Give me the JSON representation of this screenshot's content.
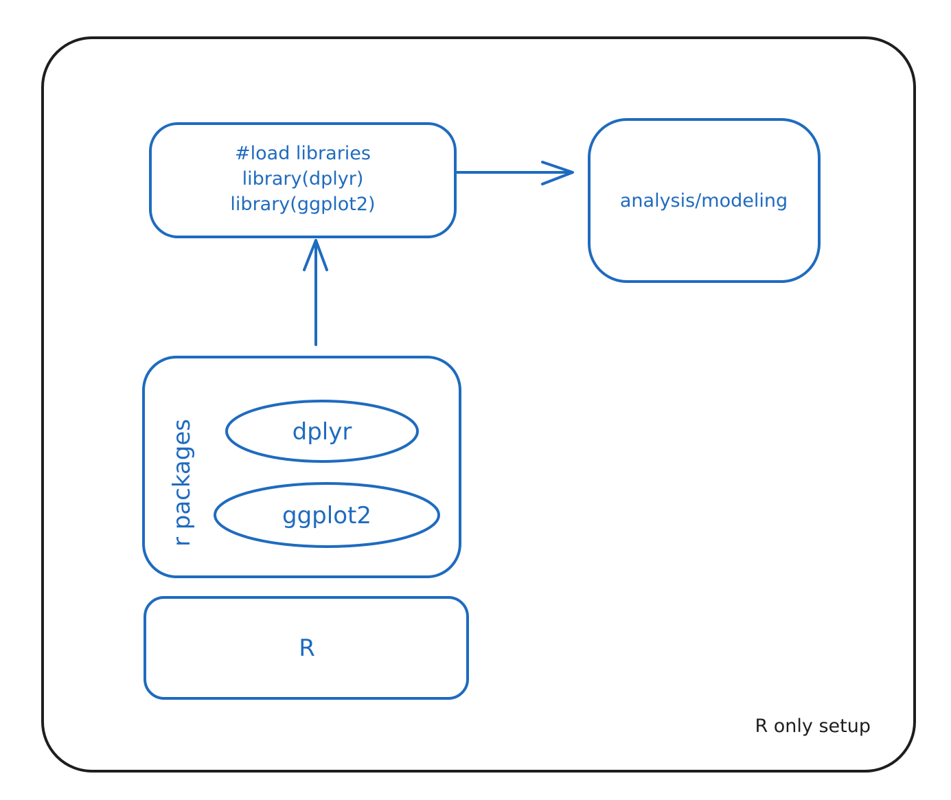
{
  "nodes": {
    "load_libraries": {
      "lines": [
        "#load libraries",
        "library(dplyr)",
        "library(ggplot2)"
      ]
    },
    "analysis": {
      "label": "analysis/modeling"
    },
    "r_packages": {
      "label": "r packages",
      "items": [
        "dplyr",
        "ggplot2"
      ]
    },
    "r": {
      "label": "R"
    }
  },
  "caption": "R only setup",
  "edges": [
    {
      "from": "r_packages",
      "to": "load_libraries"
    },
    {
      "from": "load_libraries",
      "to": "analysis"
    }
  ],
  "colors": {
    "accent": "#1f6bbf",
    "frame": "#1e1e1e"
  }
}
